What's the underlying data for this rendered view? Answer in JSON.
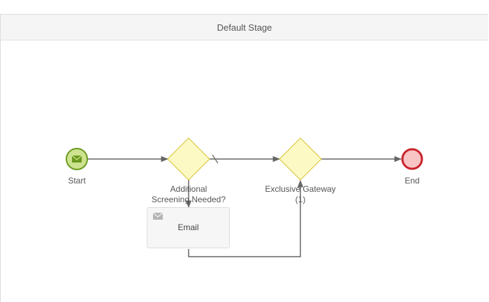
{
  "stage": {
    "title": "Default Stage"
  },
  "nodes": {
    "start": {
      "label": "Start",
      "icon": "envelope-icon",
      "fill": "#cde38f",
      "stroke": "#6b9a1f"
    },
    "gateway1": {
      "label_line1": "Additional",
      "label_line2": "Screening Needed?",
      "fill": "#fdf9c4",
      "stroke": "#d6c232"
    },
    "gateway2": {
      "label_line1": "Exclusive Gateway",
      "label_line2": "(1)",
      "fill": "#fdf9c4",
      "stroke": "#d6c232"
    },
    "email_task": {
      "label": "Email",
      "icon": "envelope-icon"
    },
    "end": {
      "label": "End",
      "fill": "#f8c4c4",
      "stroke": "#c8232c"
    }
  },
  "colors": {
    "flow_line": "#666666"
  }
}
